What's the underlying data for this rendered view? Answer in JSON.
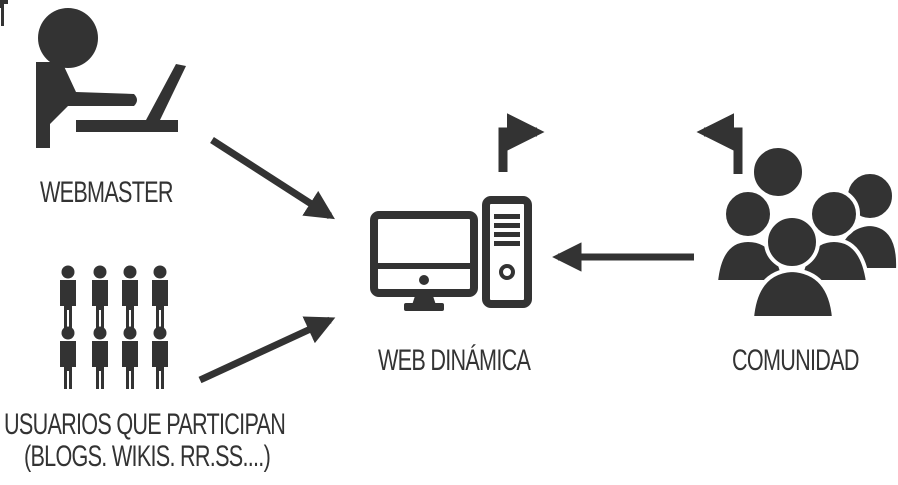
{
  "nodes": {
    "webmaster": {
      "label": "WEBMASTER",
      "icon": "webmaster-laptop-icon"
    },
    "users": {
      "label_line1": "USUARIOS QUE PARTICIPAN",
      "label_line2": "(BLOGS. WIKIS. RR.SS....)",
      "icon": "users-group-icon"
    },
    "web": {
      "label": "WEB DINÁMICA",
      "icon": "desktop-computer-icon"
    },
    "community": {
      "label": "COMUNIDAD",
      "icon": "community-crowd-icon"
    }
  },
  "colors": {
    "ink": "#333333",
    "background": "#ffffff"
  }
}
